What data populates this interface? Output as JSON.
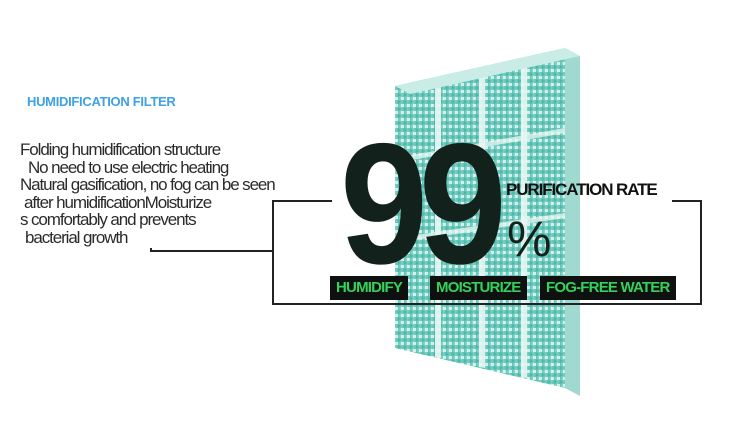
{
  "header": {
    "title": "HUMIDIFICATION FILTER",
    "title_color": "#3ea0e6"
  },
  "description": {
    "lines": [
      "Folding humidification structure",
      "No need to use electric heating",
      "Natural gasification, no fog can be seen",
      "after humidificationMoisturize",
      "s comfortably and prevents",
      "bacterial growth"
    ]
  },
  "stat": {
    "value": "99",
    "unit": "%",
    "label": "PURIFICATION RATE"
  },
  "badges": [
    "HUMIDIFY",
    "MOISTURIZE",
    "FOG-FREE WATER"
  ],
  "colors": {
    "badge_bg": "#0f1111",
    "badge_text": "#34d15b",
    "filter_teal": "#5fc6b8",
    "filter_light": "#dff3ef"
  }
}
